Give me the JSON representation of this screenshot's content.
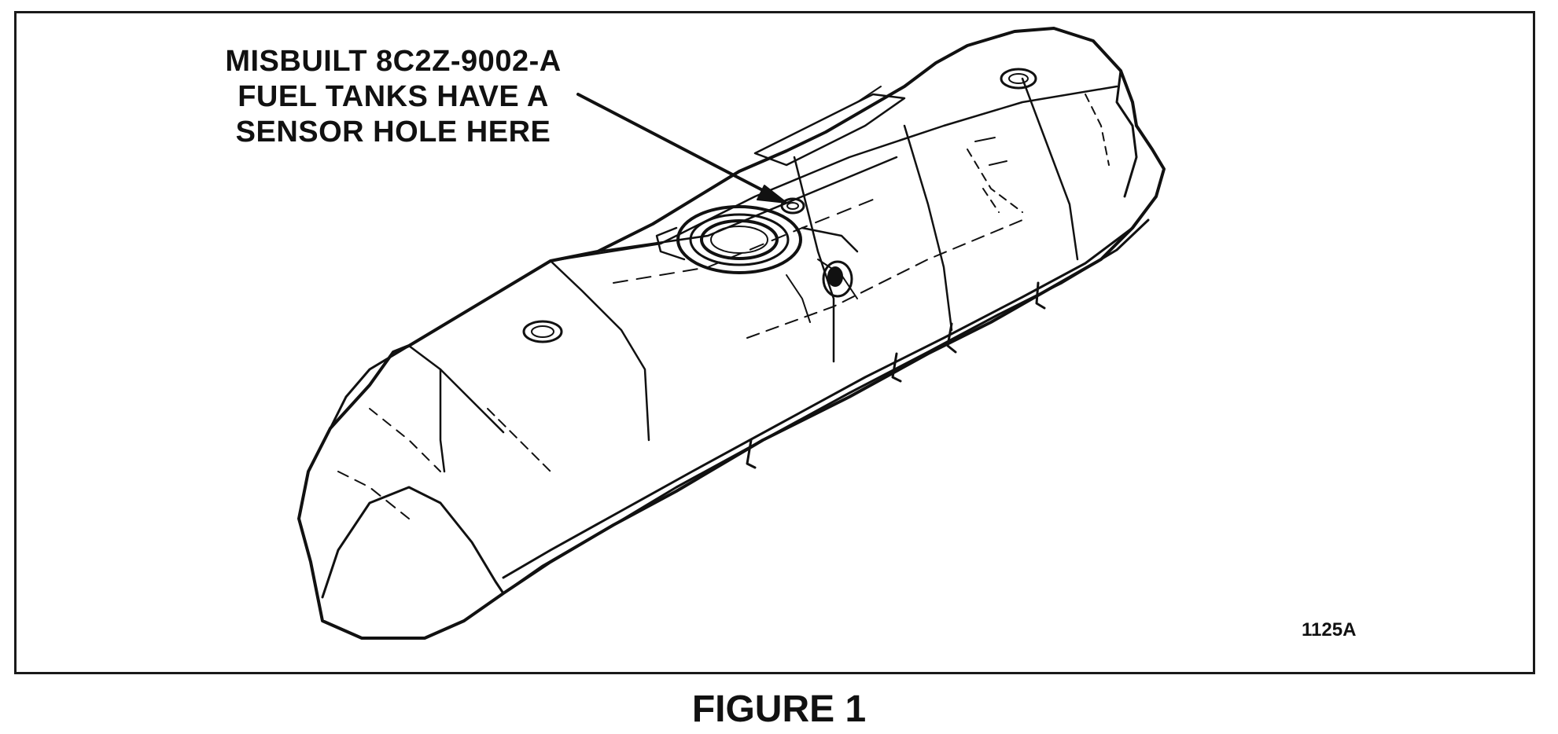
{
  "callout": {
    "line1": "MISBUILT 8C2Z-9002-A",
    "line2": "FUEL TANKS HAVE A",
    "line3": "SENSOR HOLE HERE"
  },
  "reference_code": "1125A",
  "caption": "FIGURE 1",
  "colors": {
    "ink": "#111111",
    "background": "#ffffff"
  }
}
